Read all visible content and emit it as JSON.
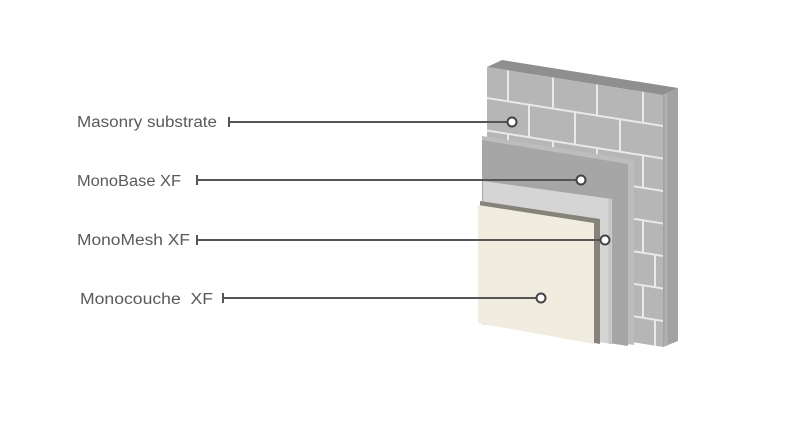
{
  "diagram": {
    "type": "layered wall system cross-section",
    "layers": [
      {
        "id": "masonry",
        "label": "Masonry substrate",
        "order": 1
      },
      {
        "id": "monobase",
        "label": "MonoBase XF",
        "order": 2
      },
      {
        "id": "monomesh",
        "label": "MonoMesh XF",
        "order": 3
      },
      {
        "id": "monocouche",
        "label": "Monocouche  XF",
        "order": 4
      }
    ],
    "colors": {
      "background": "#ffffff",
      "label_text": "#5a5a5a",
      "leader_line": "#555555",
      "brick_face": "#b6b6b6",
      "mortar": "#e9e9e9",
      "wall_top": "#8f8f8f",
      "wall_side": "#a2a2a2",
      "monobase": "#a6a6a6",
      "monomesh": "#d5d5d5",
      "monocouche": "#f0ede0"
    }
  }
}
